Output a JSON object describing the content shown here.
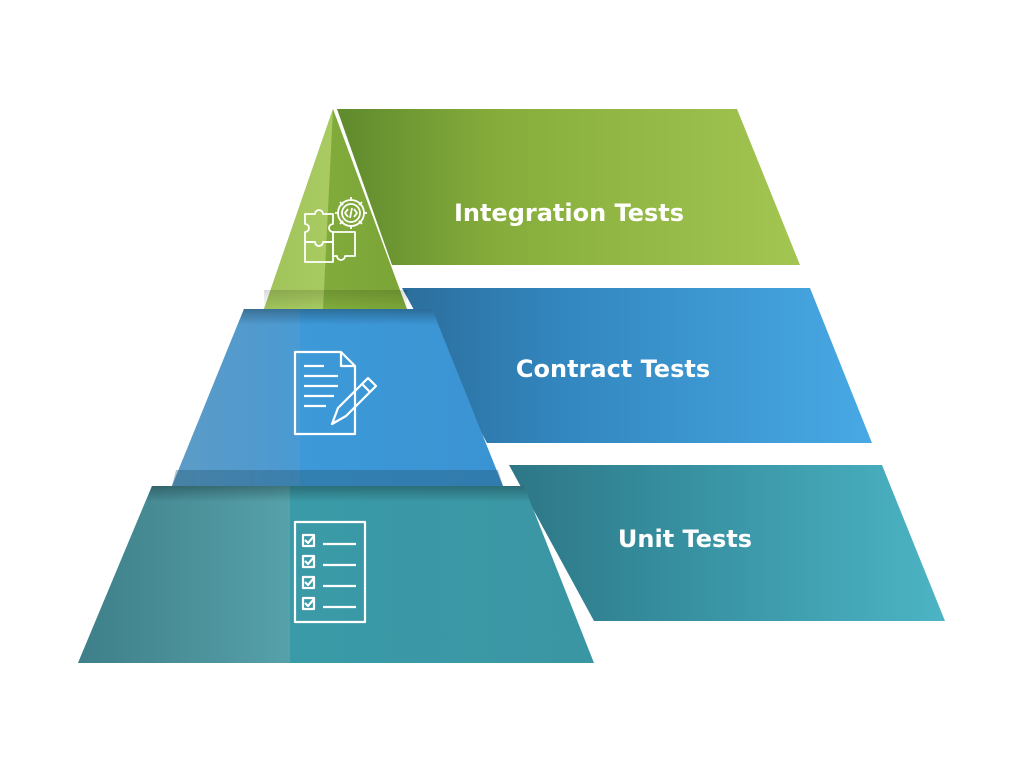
{
  "tiers": [
    {
      "label": "Integration Tests",
      "icon": "puzzle-gear-icon",
      "color": "#8db43f"
    },
    {
      "label": "Contract Tests",
      "icon": "document-pen-icon",
      "color": "#3a95d0"
    },
    {
      "label": "Unit Tests",
      "icon": "checklist-icon",
      "color": "#3a9aa8"
    }
  ]
}
